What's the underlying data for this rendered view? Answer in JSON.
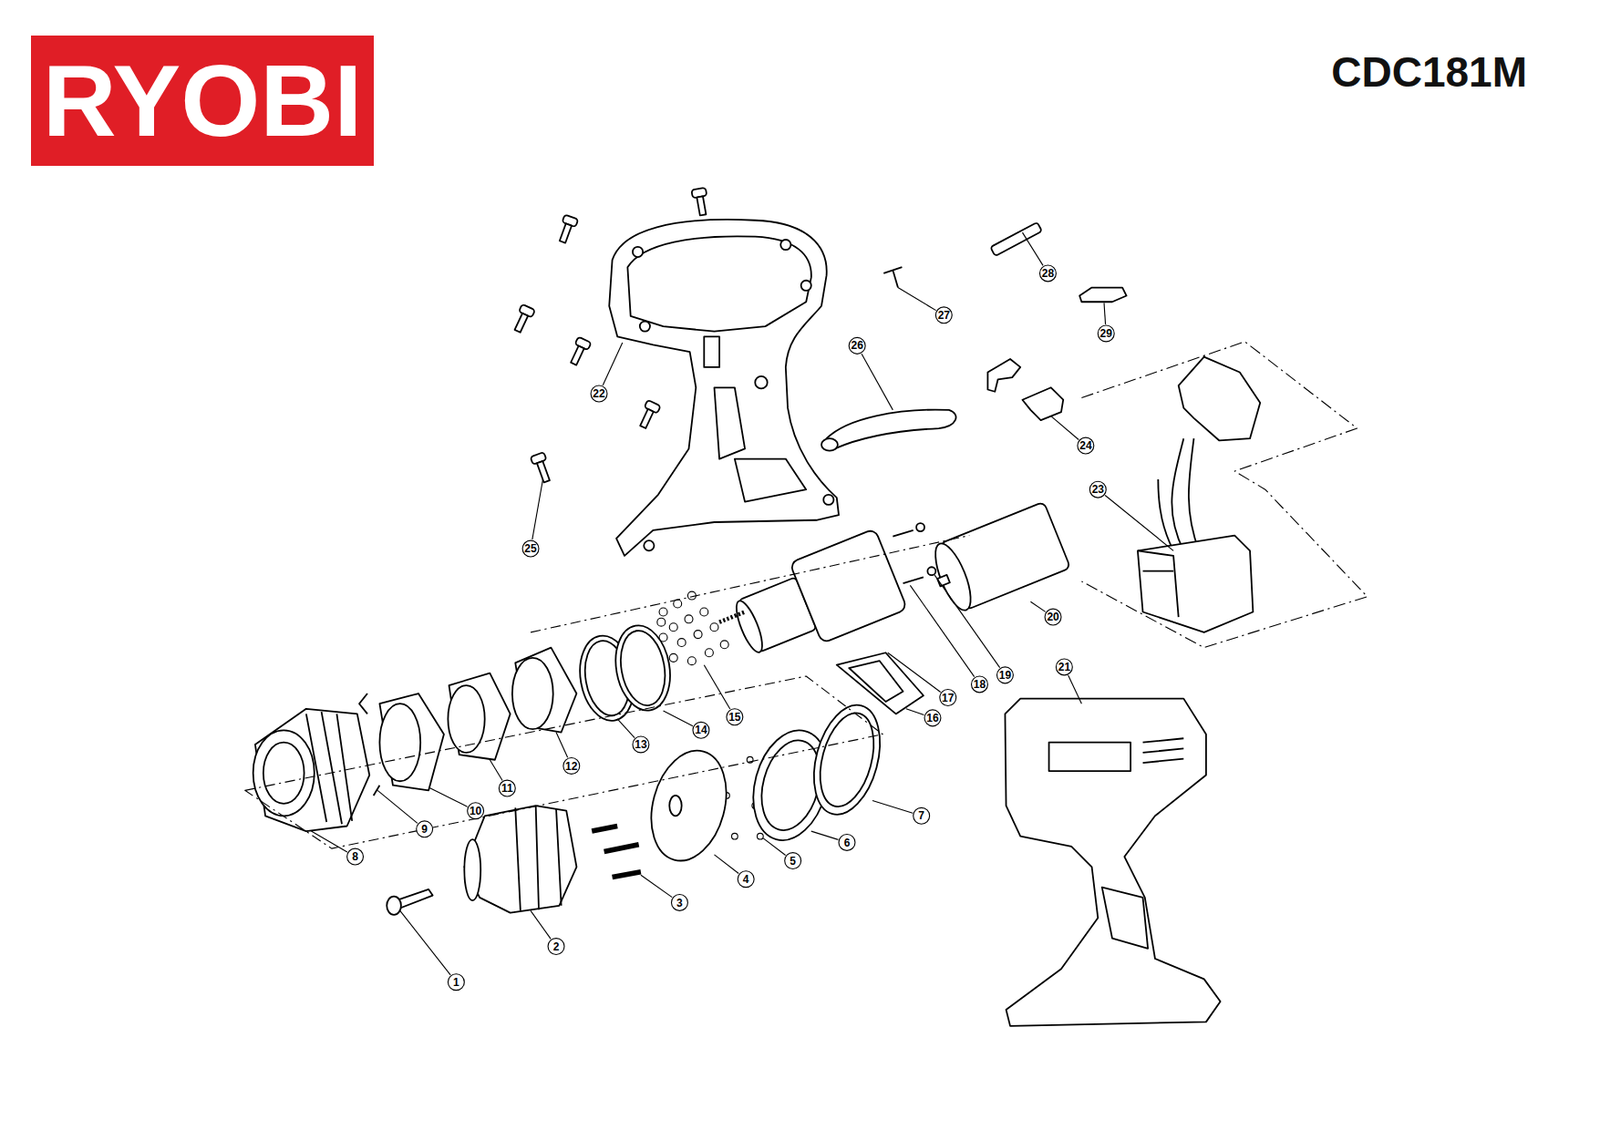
{
  "diagram": {
    "title": "CDC181M",
    "nodes": [
      {
        "text": [
          "RYOBI"
        ]
      }
    ],
    "edges": [],
    "labels": [
      "1",
      "2",
      "3",
      "4",
      "5",
      "6",
      "7",
      "8",
      "9",
      "10",
      "11",
      "12",
      "13",
      "14",
      "15",
      "16",
      "17",
      "18",
      "19",
      "20",
      "21",
      "22",
      "23",
      "24",
      "25",
      "26",
      "27",
      "28",
      "29"
    ]
  }
}
